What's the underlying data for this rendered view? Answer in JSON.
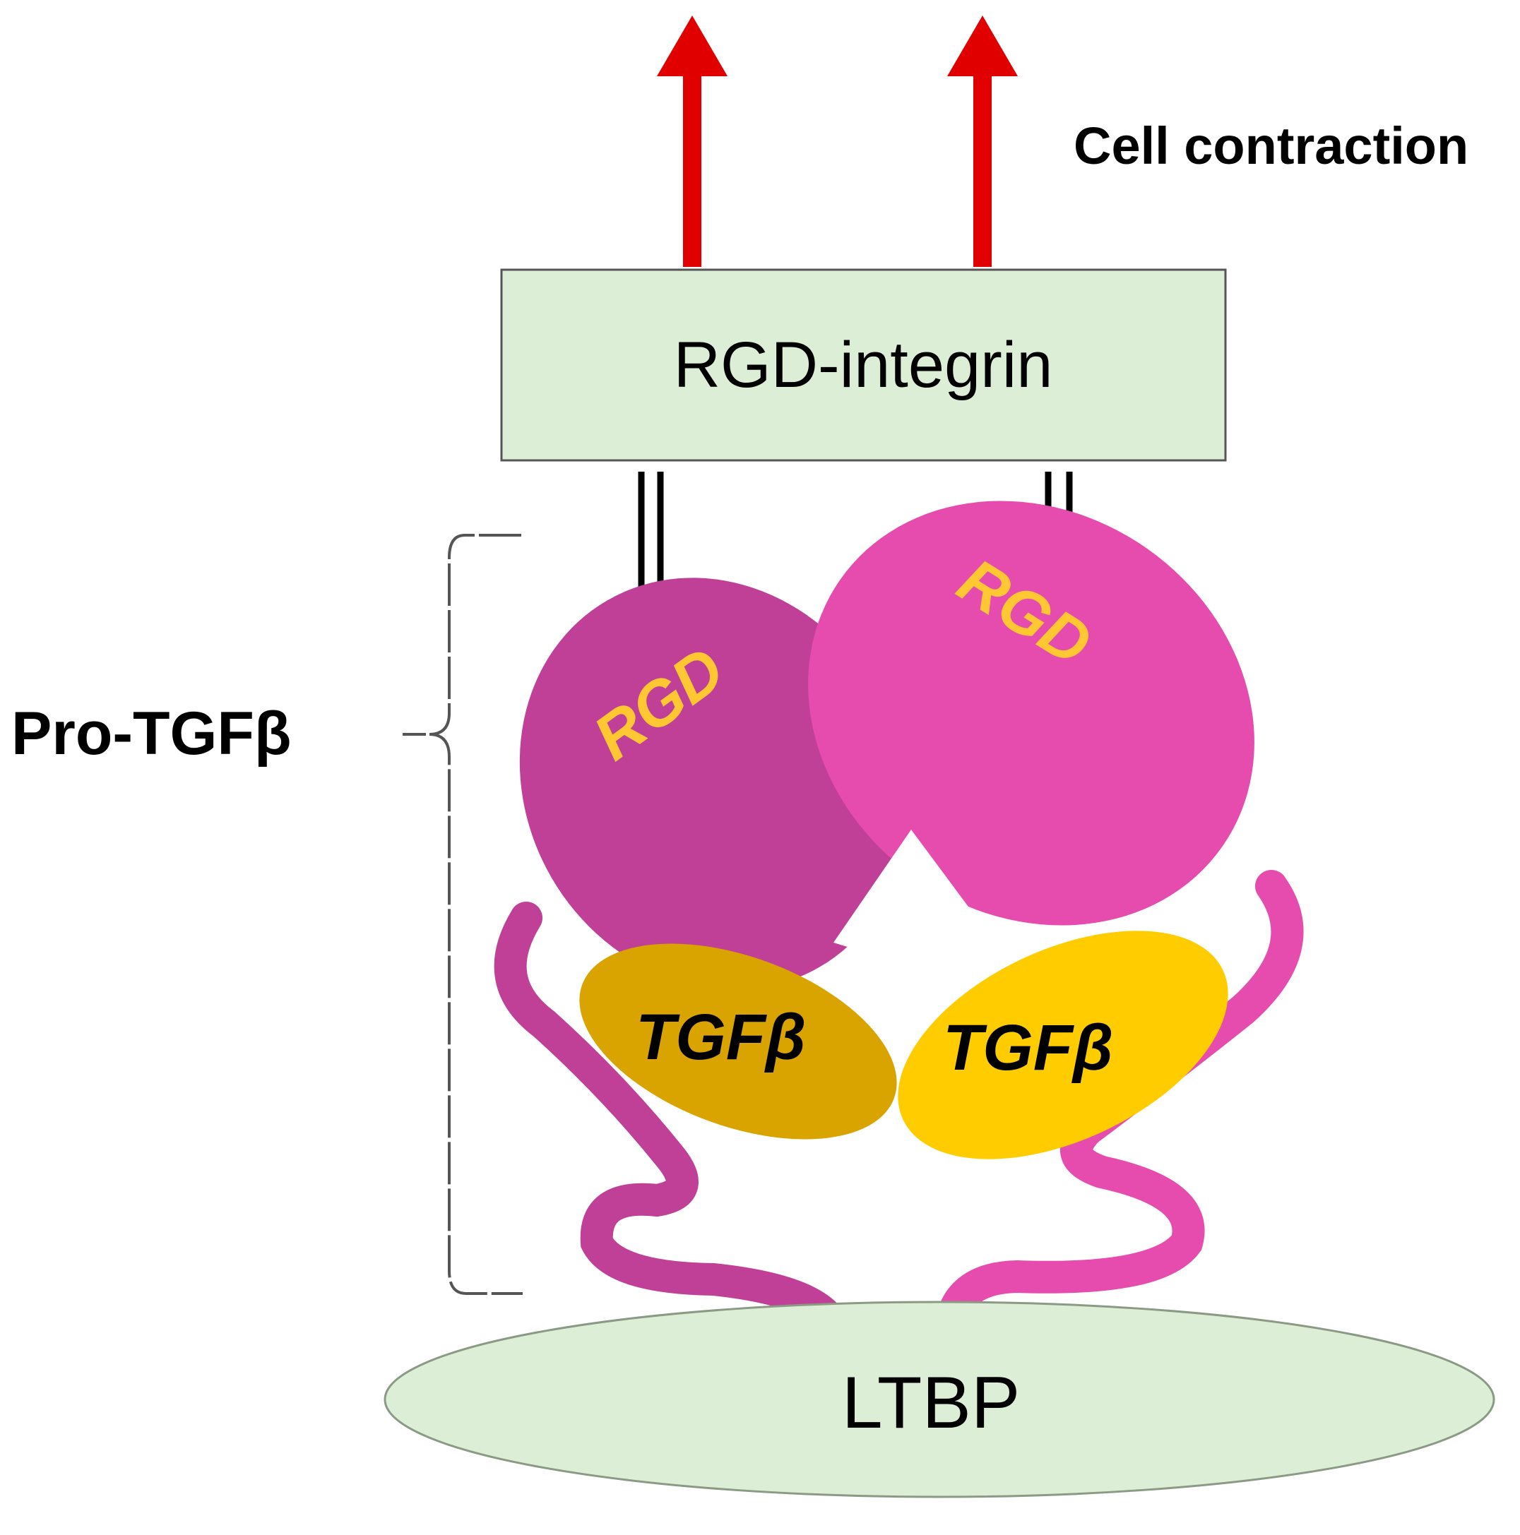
{
  "labels": {
    "cell_contraction": "Cell contraction",
    "rgd_integrin": "RGD-integrin",
    "pro_tgfb": "Pro-TGFβ",
    "rgd_left": "RGD",
    "rgd_right": "RGD",
    "tgfb_left": "TGFβ",
    "tgfb_right": "TGFβ",
    "ltbp": "LTBP"
  },
  "colors": {
    "arrow": "#e00000",
    "box_fill": "#dcefd6",
    "box_stroke": "#555555",
    "lap_left": "#c04098",
    "lap_right": "#e64cad",
    "tgfb_left": "#d9a300",
    "tgfb_right": "#ffcc00",
    "rgd_text": "#ffc832",
    "ltbp_fill": "#dcefd6",
    "bracket": "#555555"
  }
}
